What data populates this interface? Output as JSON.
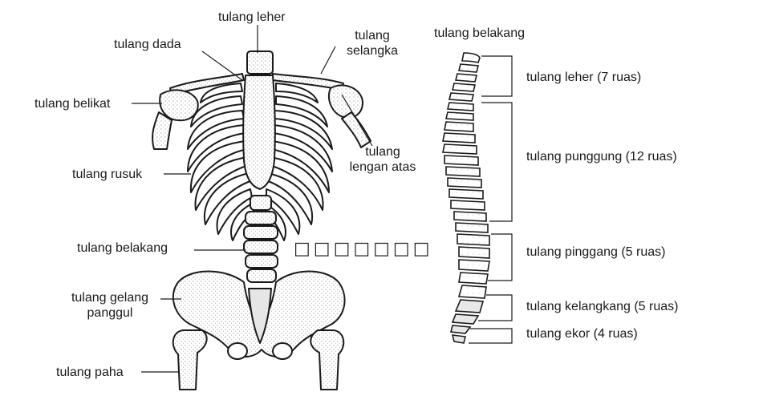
{
  "labels": {
    "neck": "tulang leher",
    "sternum": "tulang dada",
    "clavicle_1": "tulang",
    "clavicle_2": "selangka",
    "scapula": "tulang belikat",
    "humerus_1": "tulang",
    "humerus_2": "lengan atas",
    "ribs": "tulang rusuk",
    "spine": "tulang belakang",
    "pelvis_1": "tulang gelang",
    "pelvis_2": "panggul",
    "femur": "tulang paha"
  },
  "spine_diagram": {
    "title": "tulang belakang",
    "sections": [
      {
        "label": "tulang leher (7 ruas)"
      },
      {
        "label": "tulang punggung (12 ruas)"
      },
      {
        "label": "tulang pinggang (5 ruas)"
      },
      {
        "label": "tulang kelangkang (5 ruas)"
      },
      {
        "label": "tulang ekor (4 ruas)"
      }
    ]
  },
  "placeholder_glyphs": "□□□□□□□"
}
